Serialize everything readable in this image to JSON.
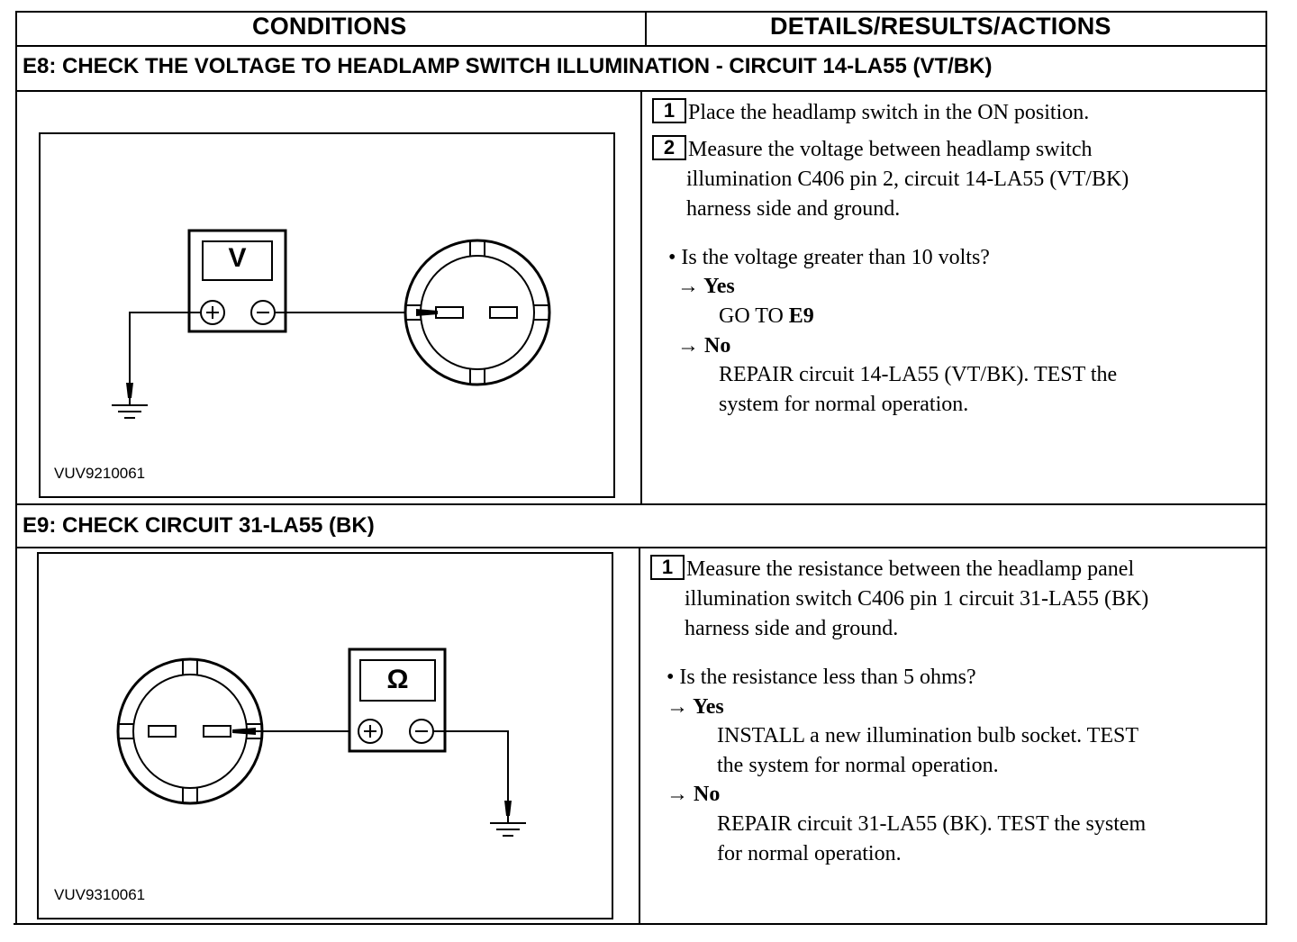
{
  "header": {
    "conditions": "CONDITIONS",
    "details": "DETAILS/RESULTS/ACTIONS"
  },
  "e8": {
    "title": "E8: CHECK THE VOLTAGE TO HEADLAMP SWITCH ILLUMINATION - CIRCUIT 14-LA55 (VT/BK)",
    "figure_id": "VUV9210061",
    "meter_label": "V",
    "step1_num": "1",
    "step1_text": "Place the headlamp switch in the ON position.",
    "step2_num": "2",
    "step2_line1": "Measure the voltage between headlamp switch",
    "step2_line2": "illumination C406 pin 2, circuit 14-LA55 (VT/BK)",
    "step2_line3": "harness side and ground.",
    "question": "• Is the voltage greater than 10 volts?",
    "yes_label": "→ Yes",
    "yes_action_prefix": "GO TO ",
    "yes_action_ref": "E9",
    "no_label": "→ No",
    "no_line1": "REPAIR circuit 14-LA55 (VT/BK). TEST the",
    "no_line2": "system for normal operation."
  },
  "e9": {
    "title": "E9: CHECK CIRCUIT 31-LA55 (BK)",
    "figure_id": "VUV9310061",
    "meter_label": "Ω",
    "step1_num": "1",
    "step1_line1": "Measure the resistance between the headlamp panel",
    "step1_line2": "illumination switch C406 pin 1 circuit 31-LA55 (BK)",
    "step1_line3": "harness side and ground.",
    "question": "• Is the resistance less than 5 ohms?",
    "yes_label": "→ Yes",
    "yes_line1": "INSTALL a new illumination bulb socket. TEST",
    "yes_line2": "the system for normal operation.",
    "no_label": "→ No",
    "no_line1": "REPAIR circuit 31-LA55 (BK). TEST the system",
    "no_line2": "for normal operation."
  },
  "icons": {
    "plus": "⊕",
    "minus": "⊖"
  }
}
